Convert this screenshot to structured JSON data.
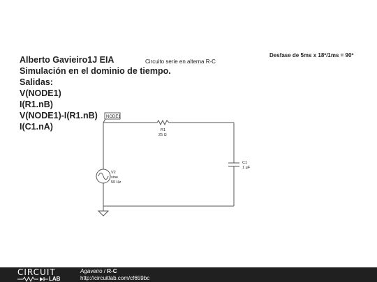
{
  "notes": {
    "lines": [
      "Alberto Gavieiro1J EIA",
      "Simulación en el dominio de tiempo.",
      "Salidas:",
      "V(NODE1)",
      "I(R1.nB)",
      "V(NODE1)-I(R1.nB)",
      "I(C1.nA)"
    ]
  },
  "titles": {
    "center": "Circuito serie en alterna R-C",
    "right": "Desfase de 5ms x 18º/1ms = 90º"
  },
  "circuit": {
    "node_label": "NODE1",
    "resistor": {
      "name": "R1",
      "value": "25 Ω"
    },
    "capacitor": {
      "name": "C1",
      "value": "1 µF"
    },
    "source": {
      "name": "V2",
      "type": "sine",
      "freq": "50 Hz"
    },
    "wire_color": "#555555"
  },
  "footer": {
    "logo_top": "CIRCUIT",
    "logo_bottom": "LAB",
    "author": "Agaveiro",
    "separator": " / ",
    "project": "R-C",
    "url": "http://circuitlab.com/cf659bc"
  }
}
